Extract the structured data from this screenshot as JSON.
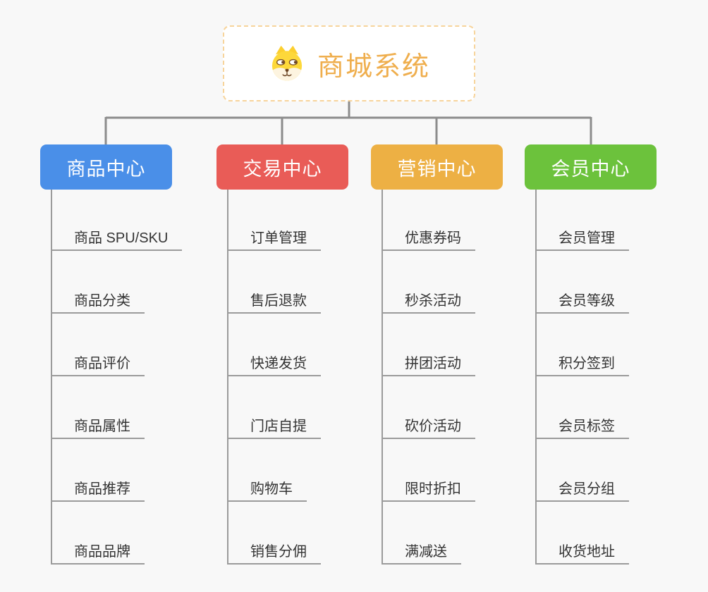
{
  "page": {
    "background_color": "#f8f8f8",
    "connector_color": "#8c8c8c",
    "leaf_line_color": "#9b9b9b"
  },
  "root": {
    "title": "商城系统",
    "icon": "dog-face-icon",
    "title_color": "#efae4d",
    "border_color": "#f7d49b"
  },
  "branches": [
    {
      "label": "商品中心",
      "color": "#4a8fe8",
      "items": [
        "商品 SPU/SKU",
        "商品分类",
        "商品评价",
        "商品属性",
        "商品推荐",
        "商品品牌"
      ]
    },
    {
      "label": "交易中心",
      "color": "#e95c57",
      "items": [
        "订单管理",
        "售后退款",
        "快递发货",
        "门店自提",
        "购物车",
        "销售分佣"
      ]
    },
    {
      "label": "营销中心",
      "color": "#edb044",
      "items": [
        "优惠券码",
        "秒杀活动",
        "拼团活动",
        "砍价活动",
        "限时折扣",
        "满减送"
      ]
    },
    {
      "label": "会员中心",
      "color": "#6cc23c",
      "items": [
        "会员管理",
        "会员等级",
        "积分签到",
        "会员标签",
        "会员分组",
        "收货地址"
      ]
    }
  ]
}
